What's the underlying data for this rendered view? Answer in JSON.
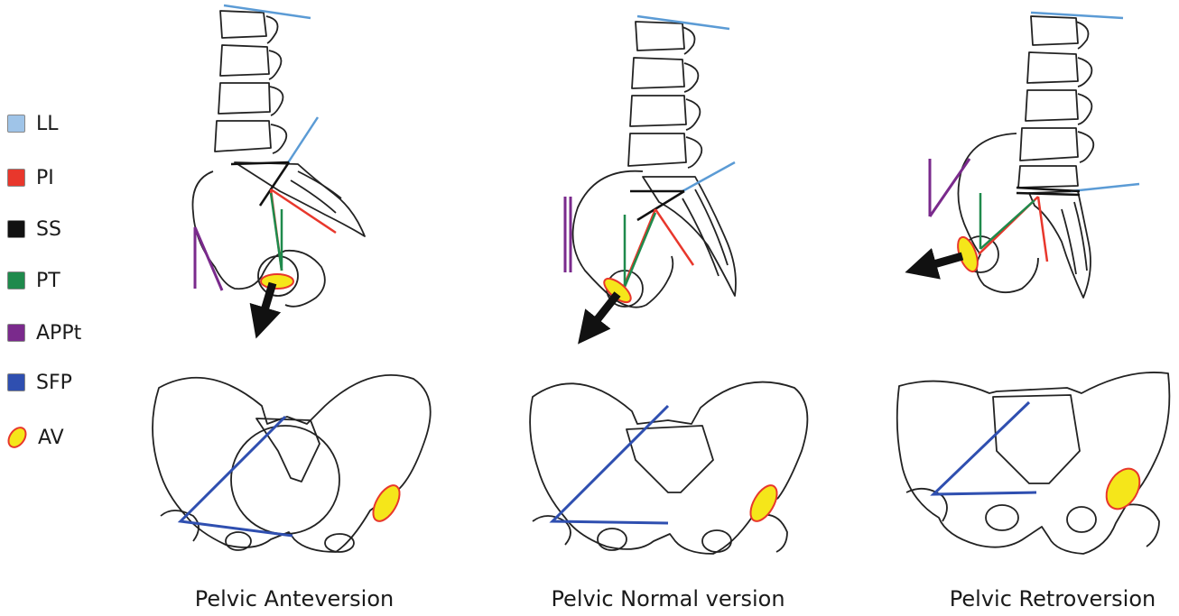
{
  "legend": [
    {
      "label": "LL",
      "color": "#9fc4e8",
      "shape": "square"
    },
    {
      "label": "PI",
      "color": "#e8372c",
      "shape": "square"
    },
    {
      "label": "SS",
      "color": "#111111",
      "shape": "square"
    },
    {
      "label": "PT",
      "color": "#1f8a4c",
      "shape": "square"
    },
    {
      "label": "APPt",
      "color": "#7a2a8c",
      "shape": "square"
    },
    {
      "label": "SFP",
      "color": "#2f4fb0",
      "shape": "square"
    },
    {
      "label": "AV",
      "color": "#f5e61a",
      "border": "#e8372c",
      "shape": "oval"
    }
  ],
  "panels": [
    {
      "caption": "Pelvic Anteversion"
    },
    {
      "caption": "Pelvic Normal version"
    },
    {
      "caption": "Pelvic Retroversion"
    }
  ],
  "colors": {
    "LL": "#5b9bd5",
    "PI": "#e8372c",
    "SS": "#111111",
    "PT": "#1f8a4c",
    "APPt": "#7a2a8c",
    "SFP": "#2f4fb0",
    "AV_fill": "#f5e61a",
    "AV_stroke": "#e8372c",
    "outline": "#222222"
  }
}
